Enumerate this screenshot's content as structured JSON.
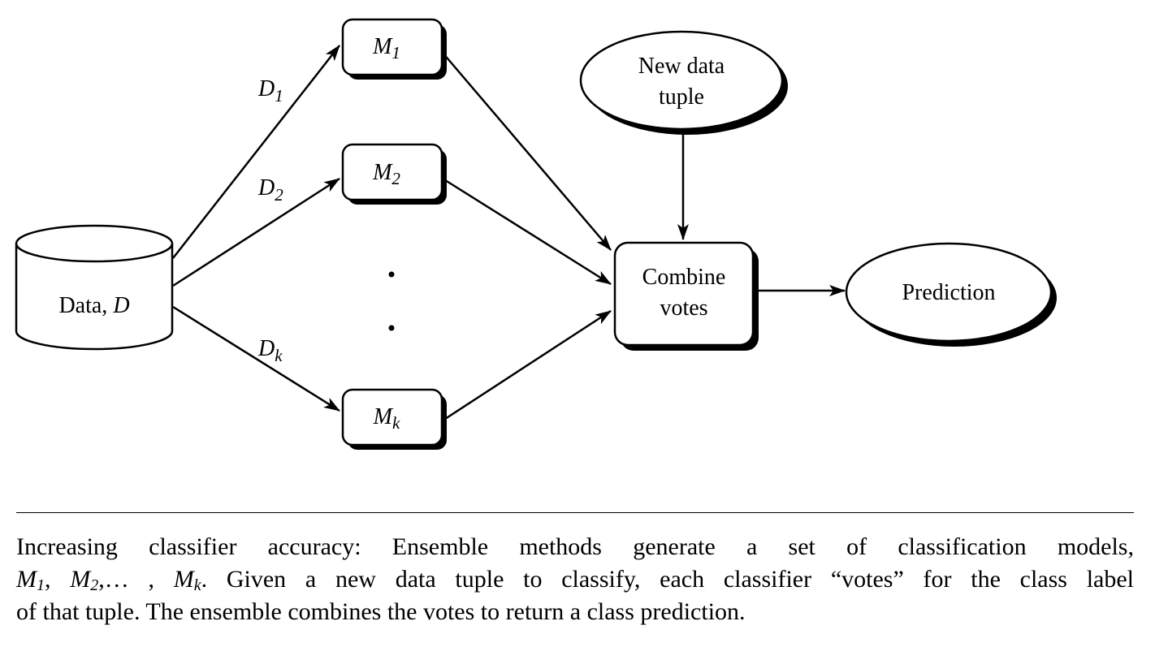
{
  "nodes": {
    "data": {
      "label": "Data, ",
      "var": "D"
    },
    "m1": {
      "var": "M",
      "sub": "1"
    },
    "m2": {
      "var": "M",
      "sub": "2"
    },
    "mk": {
      "var": "M",
      "sub": "k"
    },
    "new_tuple": {
      "line1": "New data",
      "line2": "tuple"
    },
    "combine": {
      "line1": "Combine",
      "line2": "votes"
    },
    "prediction": {
      "label": "Prediction"
    }
  },
  "edges": {
    "d1": {
      "var": "D",
      "sub": "1"
    },
    "d2": {
      "var": "D",
      "sub": "2"
    },
    "dk": {
      "var": "D",
      "sub": "k"
    }
  },
  "caption": {
    "line1": "Increasing classifier accuracy: Ensemble methods generate a set of classification models,",
    "m1": "M",
    "m1_sub": "1",
    "sep1": ", ",
    "m2": "M",
    "m2_sub": "2",
    "sep2": ",… , ",
    "mk": "M",
    "mk_sub": "k",
    "line2_rest": ". Given a new data tuple to classify, each classifier “votes” for the class label",
    "line3": "of that tuple. The ensemble combines the votes to return a class prediction."
  }
}
